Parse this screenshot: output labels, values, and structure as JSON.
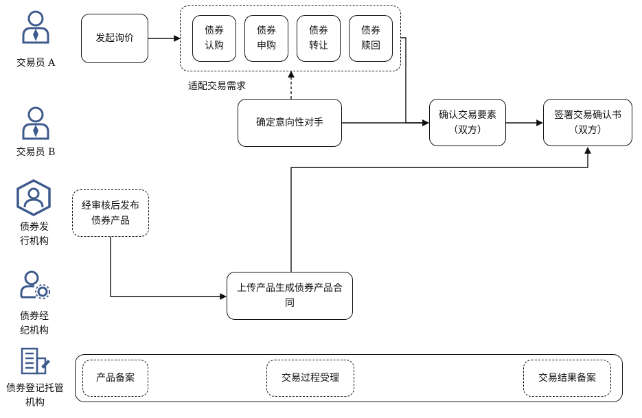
{
  "roles": {
    "trader_a": "交易员 A",
    "trader_b": "交易员 B",
    "issuer": "债券发行机构",
    "broker": "债券经纪机构",
    "custodian": "债券登记托管机构"
  },
  "nodes": {
    "initiate_inquiry": "发起询价",
    "subscribe": "债券认购",
    "apply": "债券申购",
    "transfer": "债券转让",
    "redeem": "债券赎回",
    "match_demand": "适配交易需求",
    "confirm_counterparty": "确定意向性对手",
    "confirm_elements": "确认交易要素（双方）",
    "sign_confirmation": "签署交易确认书（双方）",
    "publish_product": "经审核后发布债券产品",
    "upload_contract": "上传产品生成债券产品合同",
    "product_filing": "产品备案",
    "process_acceptance": "交易过程受理",
    "result_filing": "交易结果备案"
  },
  "icons": {
    "trader_a": "person-tie-icon",
    "trader_b": "person-tie-icon",
    "issuer": "person-hexagon-icon",
    "broker": "person-gear-icon",
    "custodian": "building-pen-icon"
  },
  "colors": {
    "icon": "#3d5a8c",
    "line": "#111111"
  }
}
